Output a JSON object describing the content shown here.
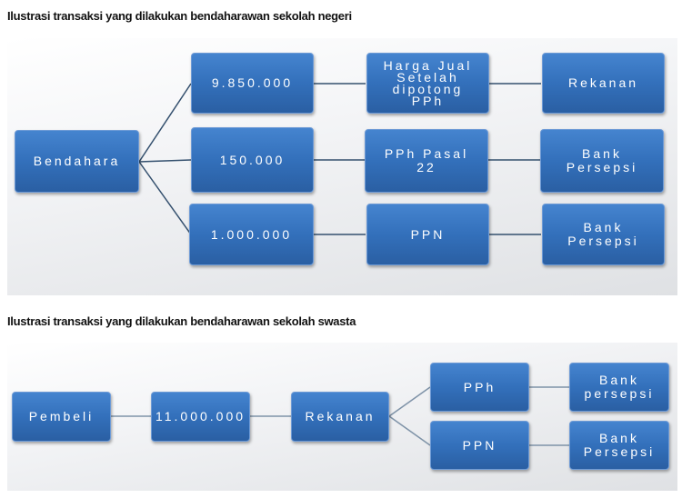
{
  "negeri": {
    "title": "Ilustrasi transaksi yang dilakukan bendaharawan sekolah negeri",
    "source": "Bendahara",
    "rows": [
      {
        "amount": "9.850.000",
        "item": "Harga Jual\nSetelah\ndipotong\nPPh",
        "dest": "Rekanan"
      },
      {
        "amount": "150.000",
        "item": "PPh Pasal\n22",
        "dest": "Bank\nPersepsi"
      },
      {
        "amount": "1.000.000",
        "item": "PPN",
        "dest": "Bank\nPersepsi"
      }
    ]
  },
  "swasta": {
    "title": "Ilustrasi transaksi yang dilakukan bendaharawan sekolah swasta",
    "source": "Pembeli",
    "amount": "11.000.000",
    "middle": "Rekanan",
    "rows": [
      {
        "item": "PPh",
        "dest": "Bank\npersepsi"
      },
      {
        "item": "PPN",
        "dest": "Bank\nPersepsi"
      }
    ]
  },
  "colors": {
    "box": "#3370bb",
    "line": "#2f4f70"
  }
}
